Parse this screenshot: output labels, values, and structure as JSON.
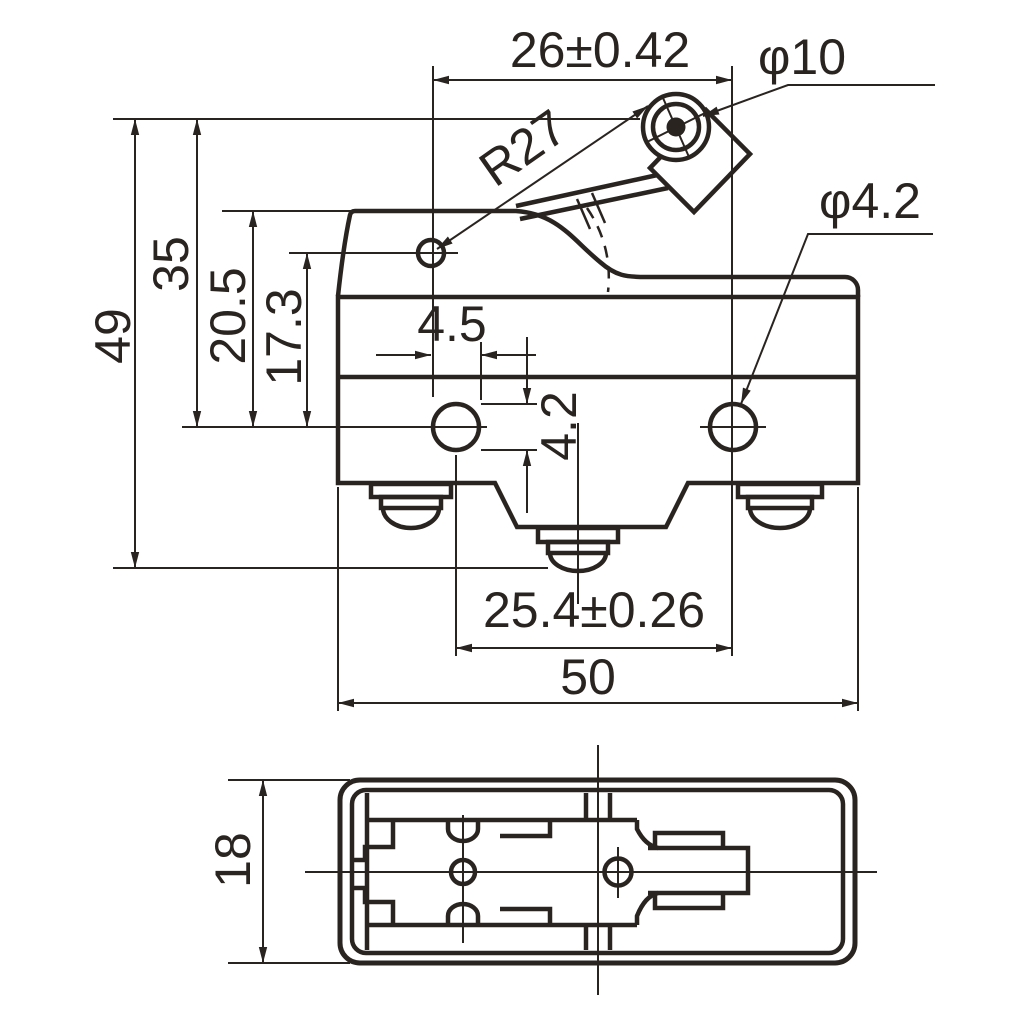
{
  "views": {
    "front": {
      "lever_span": "26±0.42",
      "roller_dia": "φ10",
      "lever_radius": "R27",
      "hole_dia": "φ4.2",
      "overall_height": "49",
      "lever_height": "35",
      "head_height": "20.5",
      "pivot_height": "17.3",
      "hole_offset_x": "4.5",
      "hole_offset_y": "4.2",
      "hole_spacing": "25.4±0.26",
      "overall_width": "50"
    },
    "top": {
      "overall_depth": "18"
    }
  },
  "colors": {
    "line": "#2a2420",
    "background": "#ffffff"
  }
}
